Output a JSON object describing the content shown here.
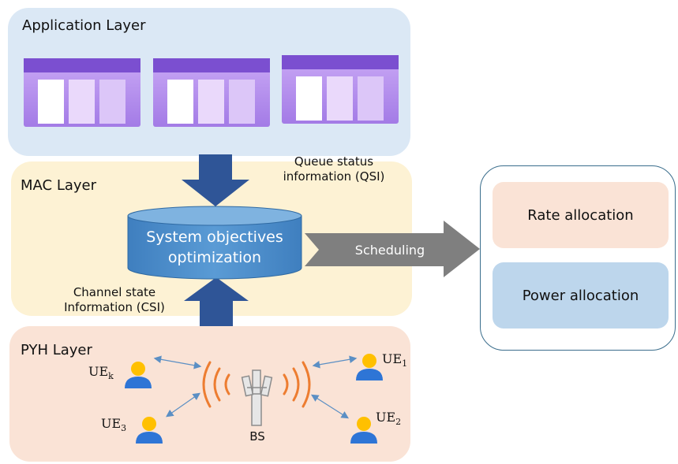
{
  "layers": {
    "application": "Application Layer",
    "mac": "MAC Layer",
    "phy": "PYH Layer"
  },
  "labels": {
    "qsi_line1": "Queue status",
    "qsi_line2": "information (QSI)",
    "csi_line1": "Channel state",
    "csi_line2": "Information (CSI)",
    "optimizer_line1": "System objectives",
    "optimizer_line2": "optimization",
    "scheduling": "Scheduling",
    "bs": "BS"
  },
  "users": {
    "ue1": {
      "base": "UE",
      "sub": "1"
    },
    "ue2": {
      "base": "UE",
      "sub": "2"
    },
    "ue3": {
      "base": "UE",
      "sub": "3"
    },
    "uek": {
      "base": "UE",
      "sub": "k"
    }
  },
  "allocation": {
    "rate": "Rate allocation",
    "power": "Power allocation"
  },
  "colors": {
    "arrow_blue": "#2f5597",
    "scheduling_arrow": "#7f7f7f",
    "cylinder": "#4e8fc8",
    "signal": "#ed7d31",
    "app_window": "#a87fe6"
  }
}
